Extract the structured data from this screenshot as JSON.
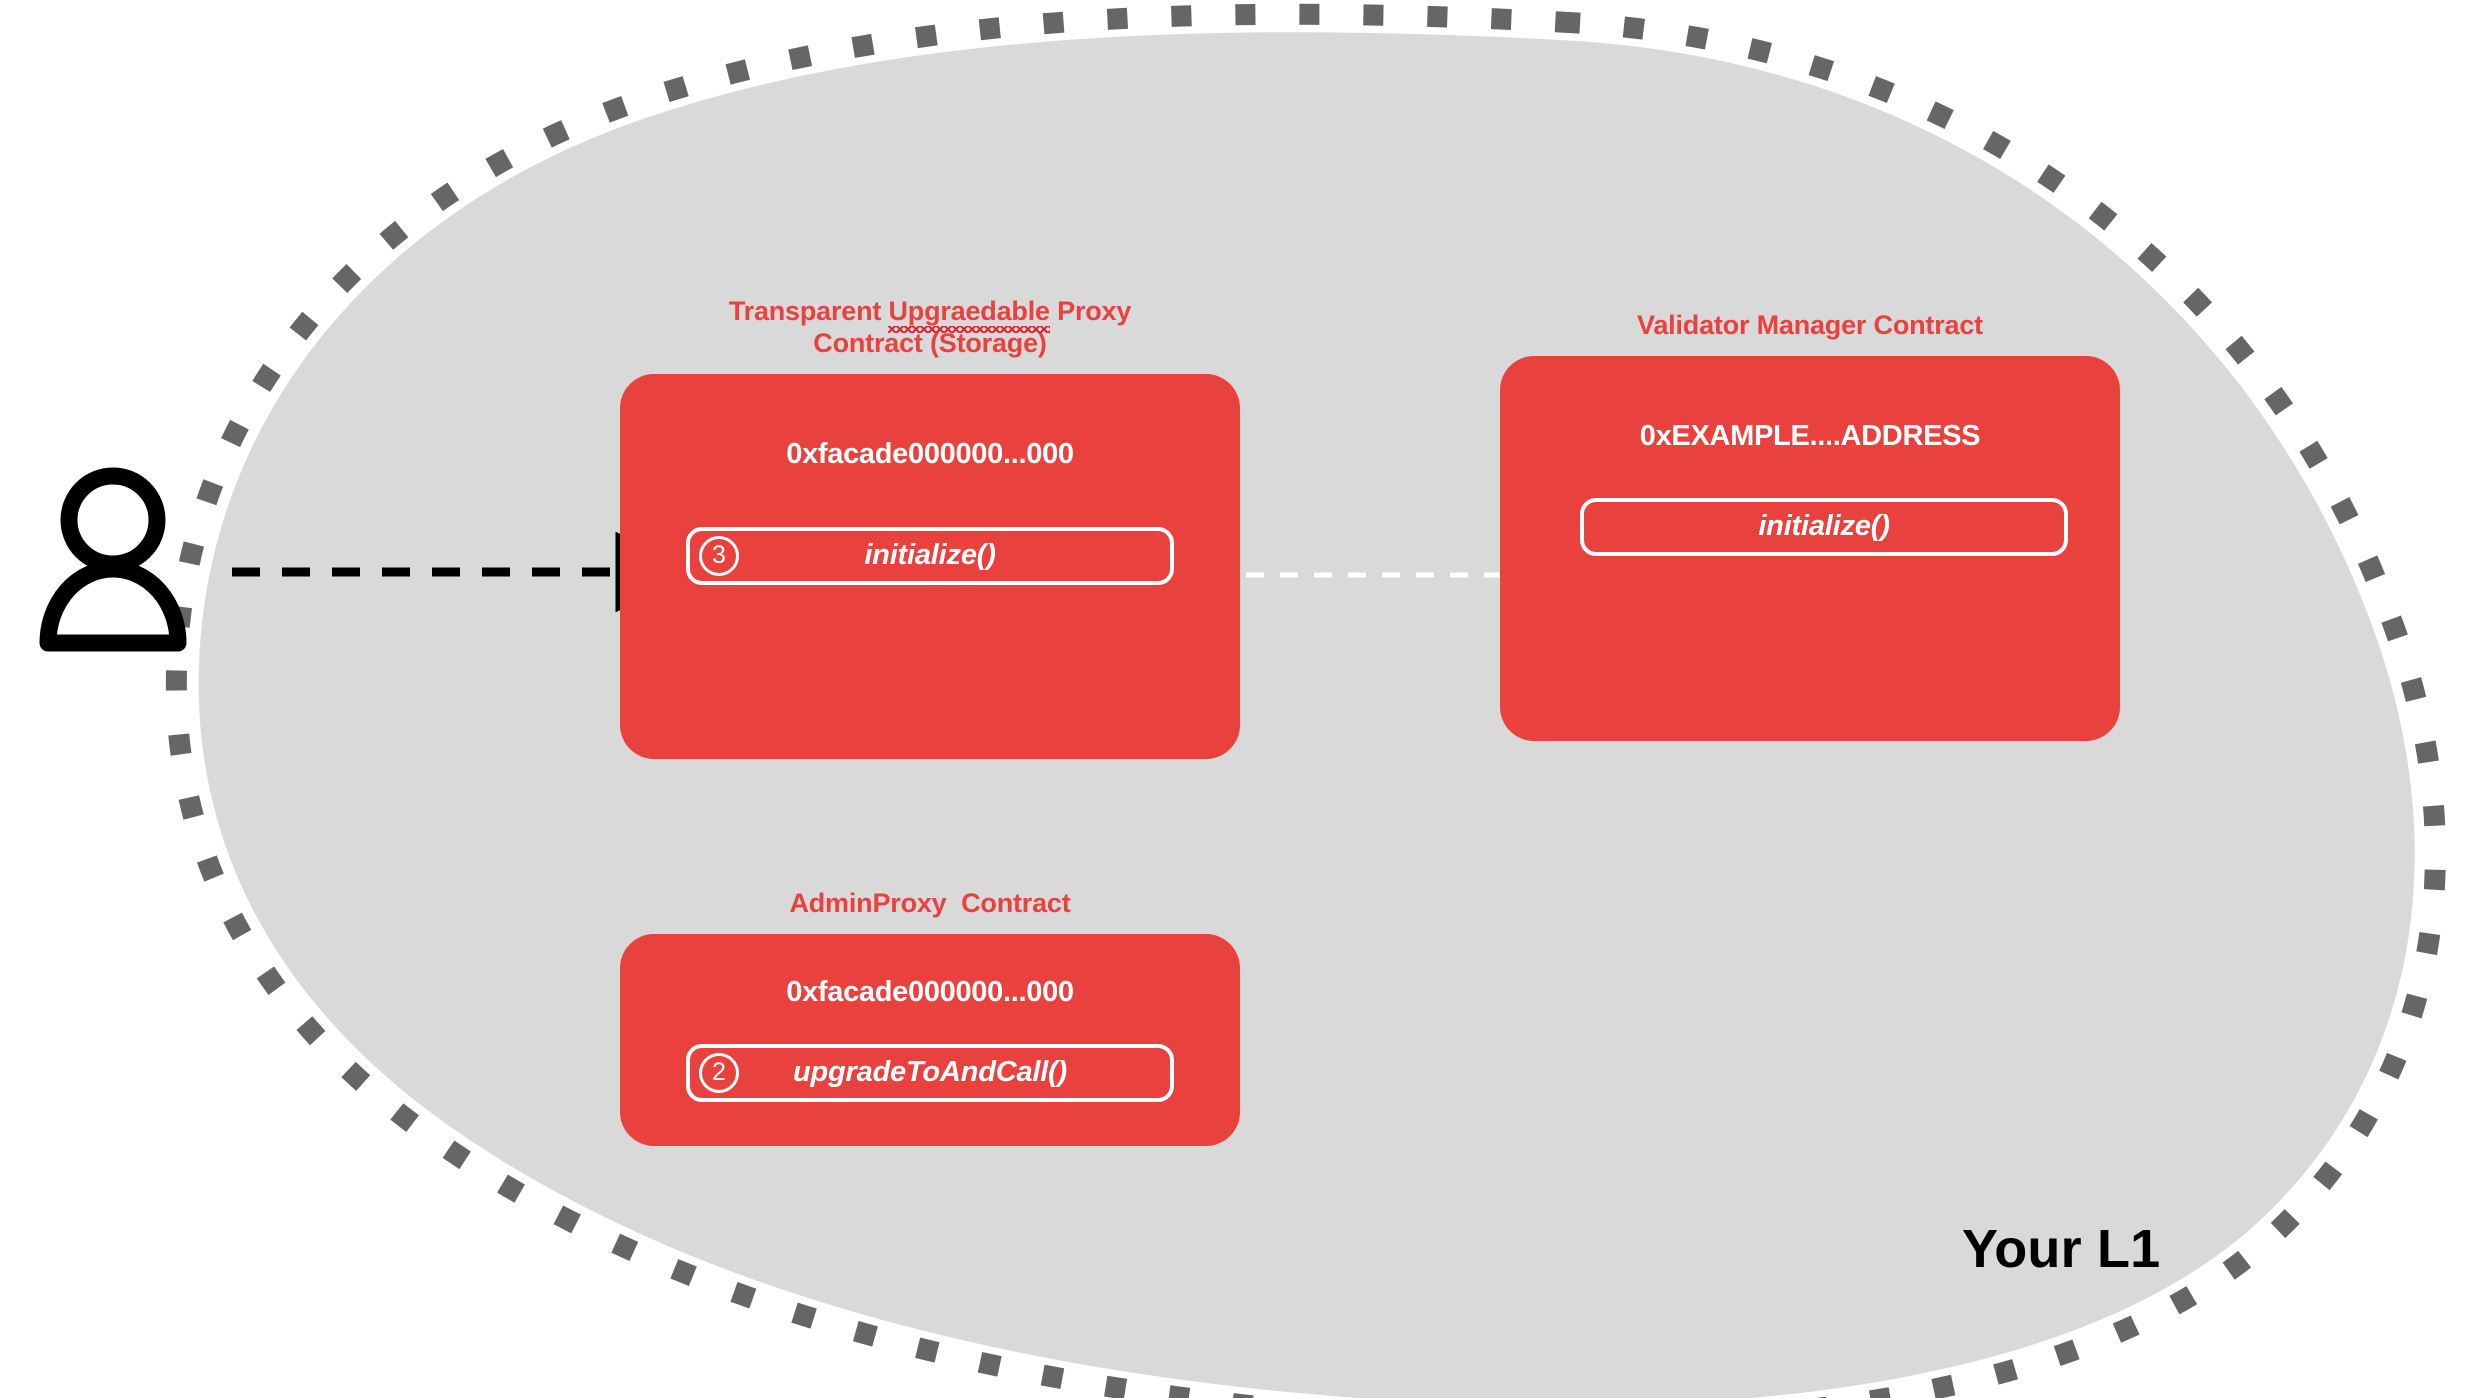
{
  "diagram": {
    "network_label": "Your L1",
    "actor": {
      "icon": "user-icon"
    },
    "colors": {
      "contract_red": "#e8413e",
      "blob_fill": "#d9d9d9",
      "blob_dash": "#666666",
      "arrow_black": "#000000",
      "arrow_white": "#ffffff",
      "caption_black": "#000000",
      "spellcheck_red": "#d32c2c"
    },
    "contracts": [
      {
        "id": "transparent-upgradeable-proxy",
        "title_line_1_pre": "Transparent ",
        "title_misspelled_word": "Upgraedable",
        "title_line_1_post": " Proxy",
        "title_line_2": "Contract (Storage)",
        "title_full": "Transparent Upgraedable Proxy Contract (Storage)",
        "address": "0xfacade000000...000",
        "methods": [
          {
            "badge": "3",
            "label": "initialize()"
          }
        ]
      },
      {
        "id": "validator-manager",
        "title_full": "Validator Manager Contract",
        "address": "0xEXAMPLE....ADDRESS",
        "methods": [
          {
            "badge": "",
            "label": "initialize()"
          }
        ]
      },
      {
        "id": "admin-proxy",
        "title_full": "AdminProxy  Contract",
        "address": "0xfacade000000...000",
        "methods": [
          {
            "badge": "2",
            "label": "upgradeToAndCall()"
          }
        ]
      }
    ],
    "flows": [
      {
        "id": "user-to-proxy",
        "style": "dashed-black",
        "from": "user",
        "to": "transparent-upgradeable-proxy.initialize"
      },
      {
        "id": "proxy-to-validator-manager",
        "style": "dashed-white",
        "from": "transparent-upgradeable-proxy.initialize",
        "to": "validator-manager.initialize"
      }
    ]
  }
}
